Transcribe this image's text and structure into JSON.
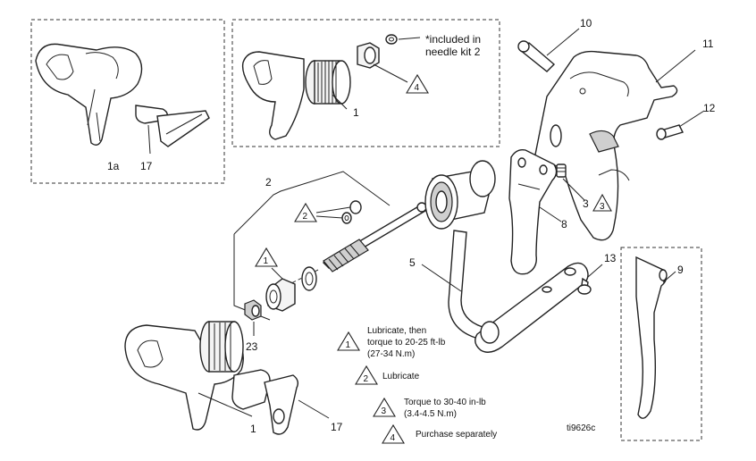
{
  "callouts": {
    "c1a": "1a",
    "c17_top": "17",
    "c1_top": "1",
    "c10": "10",
    "c11": "11",
    "c12": "12",
    "c2": "2",
    "c3": "3",
    "c8": "8",
    "c5": "5",
    "c13": "13",
    "c9": "9",
    "c23": "23",
    "c1_bottom": "1",
    "c17_bottom": "17"
  },
  "kit_note": {
    "line1": "*included in",
    "line2": "needle kit 2"
  },
  "triangles": {
    "t4_inset": "4",
    "t2_needle": "2",
    "t1_seat": "1",
    "t3_screw": "3"
  },
  "legend": [
    {
      "symbol": "1",
      "lines": [
        "Lubricate, then",
        "torque to 20-25 ft-lb",
        "(27-34 N.m)"
      ]
    },
    {
      "symbol": "2",
      "lines": [
        "Lubricate"
      ]
    },
    {
      "symbol": "3",
      "lines": [
        "Torque to 30-40 in-lb",
        "(3.4-4.5 N.m)"
      ]
    },
    {
      "symbol": "4",
      "lines": [
        "Purchase separately"
      ]
    }
  ],
  "figure_id": "ti9626c"
}
